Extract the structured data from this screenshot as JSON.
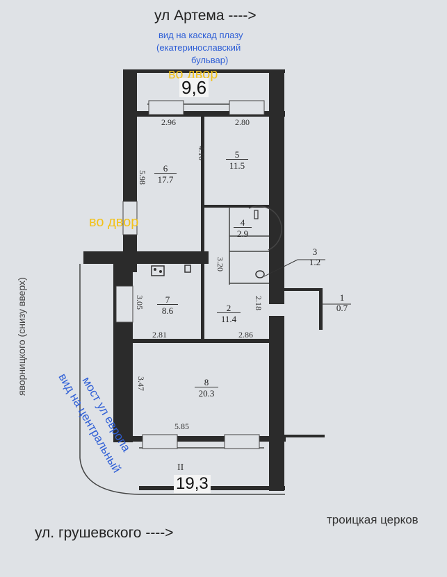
{
  "labels": {
    "street_top": "ул Артема ---->",
    "view_note_line1": "вид на каскад плазу",
    "view_note_line2": "(екатеринославский",
    "view_note_line3": "бульвар)",
    "courtyard_top": "во двор",
    "courtyard_left": "во двор",
    "top_total": "9,6",
    "bottom_total": "19,3",
    "floor_roman": "II",
    "street_left": "яворницкого (снизу вверх)",
    "bridge_view_line1": "вид на центральный",
    "bridge_view_line2": "мост ул европа",
    "church": "троицкая церков",
    "street_bottom": "ул. грушевского ---->"
  },
  "rooms": [
    {
      "id": "1",
      "area": "0.7"
    },
    {
      "id": "2",
      "area": "11.4"
    },
    {
      "id": "3",
      "area": "1.2"
    },
    {
      "id": "4",
      "area": "2.9"
    },
    {
      "id": "5",
      "area": "11.5"
    },
    {
      "id": "6",
      "area": "17.7"
    },
    {
      "id": "7",
      "area": "8.6"
    },
    {
      "id": "8",
      "area": "20.3"
    }
  ],
  "dimensions": {
    "d_296": "2.96",
    "d_280": "2.80",
    "d_410": "4.10",
    "d_598": "5.98",
    "d_320": "3.20",
    "d_305": "3.05",
    "d_218": "2.18",
    "d_281": "2.81",
    "d_286": "2.86",
    "d_347": "3.47",
    "d_585": "5.85"
  },
  "colors": {
    "wall": "#2b2b2b",
    "paper": "#dfe2e6",
    "blue_text": "#2f5fd6",
    "yellow_text": "#f2c21a"
  }
}
